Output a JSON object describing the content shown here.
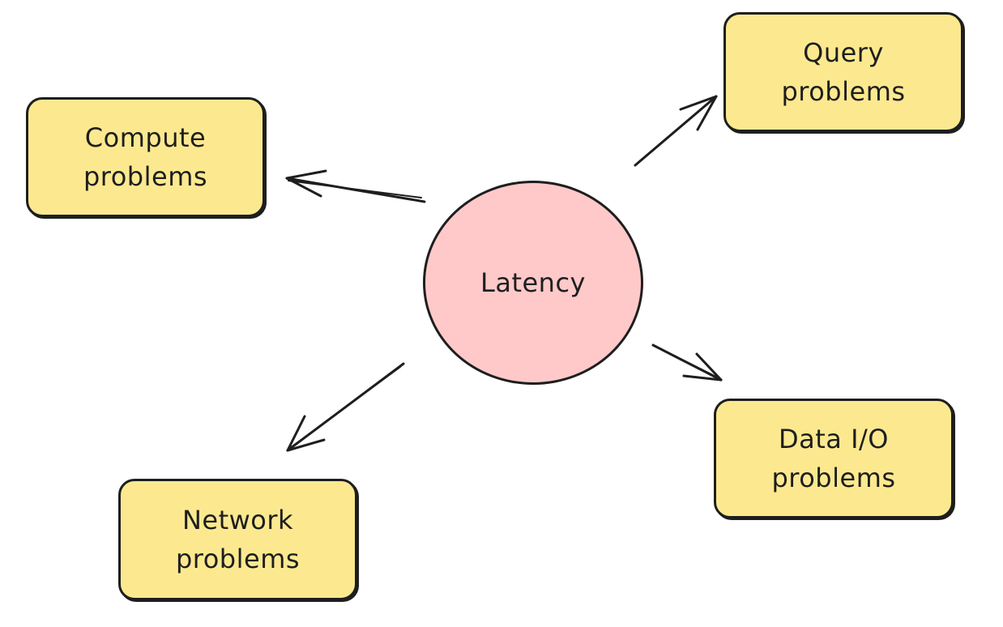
{
  "colors": {
    "box_fill": "#fce98f",
    "circle_fill": "#ffc9c9",
    "stroke": "#1e1e1e",
    "background": "#ffffff"
  },
  "center": {
    "label": "Latency"
  },
  "nodes": {
    "compute": {
      "line1": "Compute",
      "line2": "problems"
    },
    "query": {
      "line1": "Query",
      "line2": "problems"
    },
    "network": {
      "line1": "Network",
      "line2": "problems"
    },
    "data_io": {
      "line1": "Data I/O",
      "line2": "problems"
    }
  },
  "edges": [
    {
      "from": "Latency",
      "to": "Compute problems"
    },
    {
      "from": "Latency",
      "to": "Query problems"
    },
    {
      "from": "Latency",
      "to": "Network problems"
    },
    {
      "from": "Latency",
      "to": "Data I/O problems"
    }
  ]
}
